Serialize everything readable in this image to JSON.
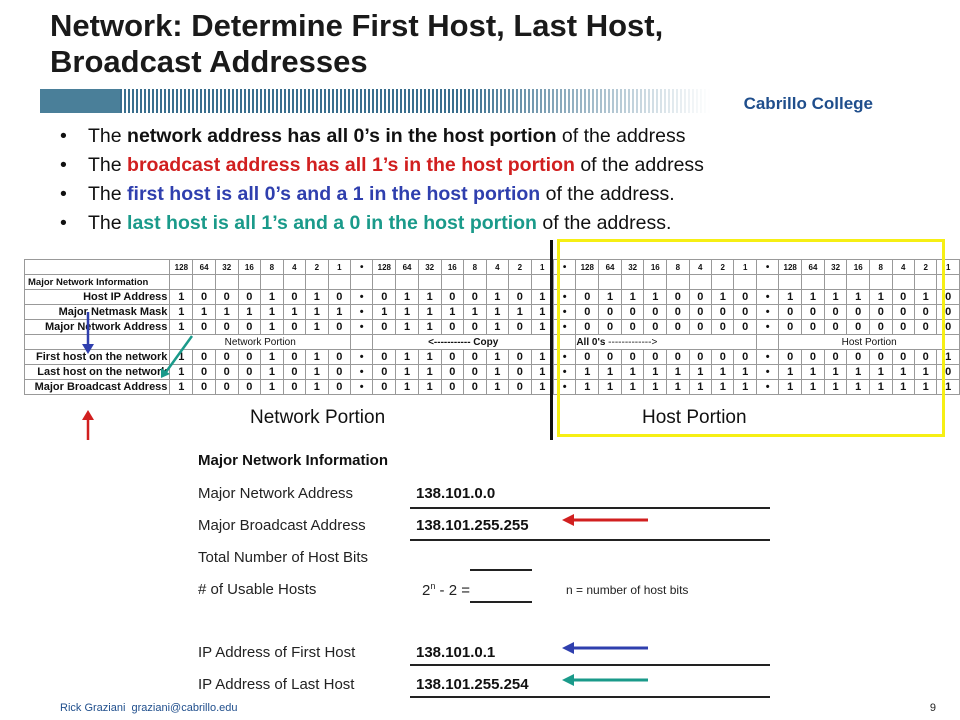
{
  "title": {
    "line1": "Network: Determine First Host, Last Host,",
    "line2": "Broadcast Addresses"
  },
  "banner": {
    "college": "Cabrillo College"
  },
  "bullets": [
    {
      "pre": "The ",
      "hl": "network address has all 0’s in the host portion",
      "post": " of the address",
      "color": "bold"
    },
    {
      "pre": "The ",
      "hl": "broadcast address has all 1’s in the host portion",
      "post": " of the address",
      "color": "red"
    },
    {
      "pre": "The ",
      "hl": "first host is all 0’s and a 1 in the host portion",
      "post": " of the address.",
      "color": "blue"
    },
    {
      "pre": "The ",
      "hl": "last host is all 1’s and a 0 in the host portion",
      "post": " of the address.",
      "color": "green"
    }
  ],
  "bit_table": {
    "header": "Major Network Information",
    "positions": [
      "128",
      "64",
      "32",
      "16",
      "8",
      "4",
      "2",
      "1"
    ],
    "dot": "•",
    "rows": [
      {
        "label": "Host IP Address",
        "bits": [
          "10001010",
          "01100101",
          "01110010",
          "11111010"
        ]
      },
      {
        "label": "Major Netmask Mask",
        "bits": [
          "11111111",
          "11111111",
          "00000000",
          "00000000"
        ]
      },
      {
        "label": "Major Network Address",
        "bits": [
          "10001010",
          "01100101",
          "00000000",
          "00000000"
        ]
      },
      {
        "label": "First host on the network",
        "bits": [
          "10001010",
          "01100101",
          "00000000",
          "00000001"
        ]
      },
      {
        "label": "Last host on the network",
        "bits": [
          "10001010",
          "01100101",
          "11111111",
          "11111110"
        ]
      },
      {
        "label": "Major Broadcast Address",
        "bits": [
          "10001010",
          "01100101",
          "11111111",
          "11111111"
        ]
      }
    ],
    "span_row": {
      "network_portion": "Network Portion",
      "copy": "<-----------  Copy",
      "all0s": "All 0's",
      "arrow": "------------->",
      "host_portion": "Host Portion"
    }
  },
  "portion_labels": {
    "network": "Network Portion",
    "host": "Host Portion"
  },
  "form": {
    "header": "Major Network Information",
    "rows": [
      {
        "label": "Major Network Address",
        "value": "138.101.0.0"
      },
      {
        "label": "Major Broadcast Address",
        "value": "138.101.255.255"
      },
      {
        "label": "Total Number of Host Bits",
        "value": ""
      },
      {
        "label": "# of Usable Hosts",
        "formula_base": "2",
        "formula_exp": "n",
        "formula_rest": " - 2 =",
        "note": "n = number of host bits"
      },
      {
        "label": "IP Address of First Host",
        "value": "138.101.0.1"
      },
      {
        "label": "IP Address of Last Host",
        "value": "138.101.255.254"
      }
    ]
  },
  "footer": {
    "author": "Rick Graziani",
    "email": "graziani@cabrillo.edu",
    "page": "9"
  },
  "colors": {
    "red": "#d11f1f",
    "blue": "#2f3fae",
    "green": "#1a9a8a",
    "yellow": "#f6ef14",
    "brand": "#1f4e8c"
  }
}
